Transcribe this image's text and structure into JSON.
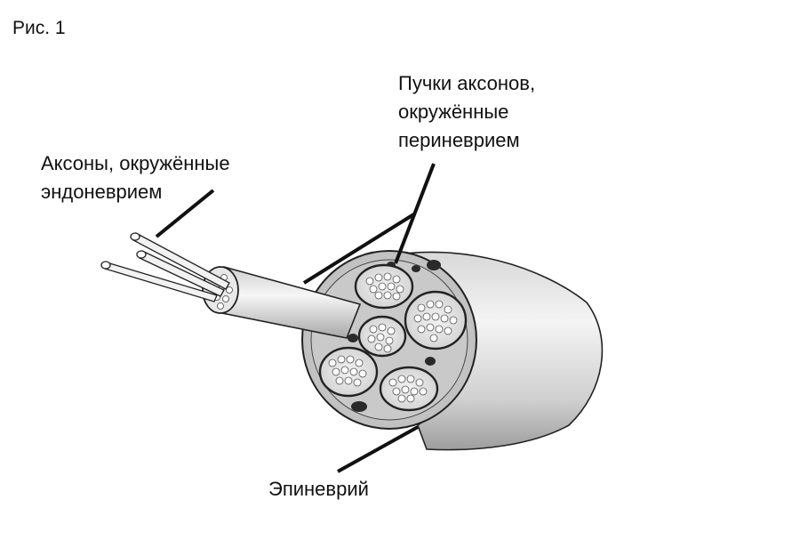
{
  "figure_label": "Рис. 1",
  "labels": {
    "fascicles": [
      "Пучки аксонов,",
      "окружённые",
      "периневрием"
    ],
    "axons": [
      "Аксоны, окружённые",
      "эндоневрием"
    ],
    "epineurium": "Эпиневрий"
  },
  "colors": {
    "line": "#111111",
    "tissue": "#ececec",
    "shade": "#9a9a9a"
  }
}
